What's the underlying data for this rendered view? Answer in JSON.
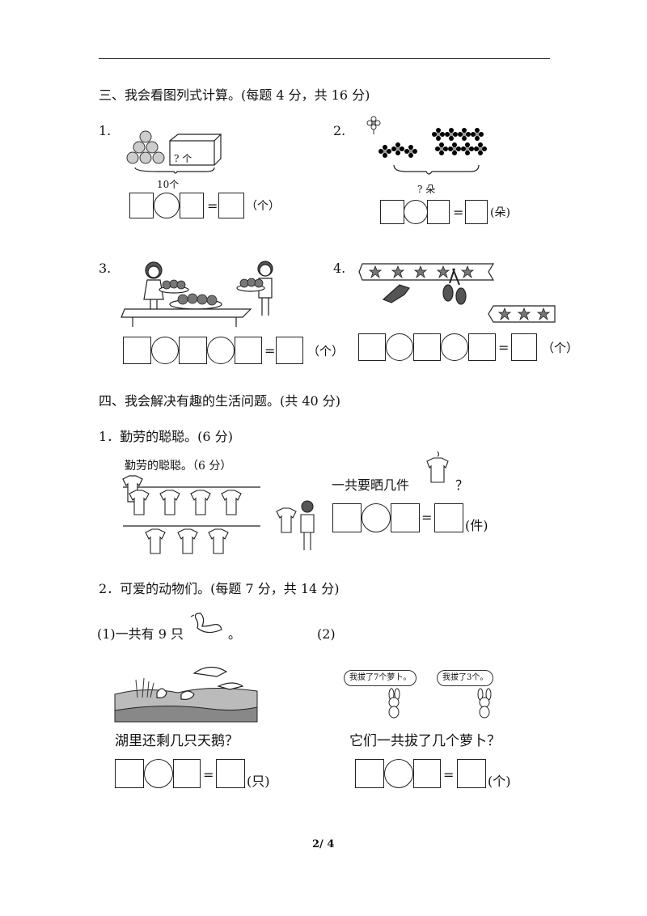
{
  "section3": {
    "heading": "三、我会看图列式计算。(每题 4 分，共 16 分)",
    "q1": {
      "num": "1.",
      "box_label": "? 个",
      "total_label": "10个",
      "unit": "（个）"
    },
    "q2": {
      "num": "2.",
      "question_label": "? 朵",
      "unit": "(朵)"
    },
    "q3": {
      "num": "3.",
      "unit": "（个）"
    },
    "q4": {
      "num": "4.",
      "unit": "（个）"
    }
  },
  "section4": {
    "heading": "四、我会解决有趣的生活问题。(共 40 分)",
    "p1": {
      "title": "1．勤劳的聪聪。(6 分)",
      "pic_caption": "勤劳的聪聪。（6 分）",
      "question_prefix": "一共要晒几件",
      "question_suffix": "？",
      "unit": "(件)"
    },
    "p2": {
      "title": "2．可爱的动物们。(每题 7 分，共 14 分)",
      "sub1_prefix": "(1)一共有 9 只",
      "sub1_suffix": "。",
      "sub2_label": "(2)",
      "bubble_left": "我拔了7个萝卜。",
      "bubble_right": "我拔了3个。",
      "question_left": "湖里还剩几只天鹅？",
      "question_right": "它们一共拔了几个萝卜？",
      "unit_left": "(只)",
      "unit_right": "(个)"
    }
  },
  "equals": "=",
  "page_number": "2/ 4"
}
